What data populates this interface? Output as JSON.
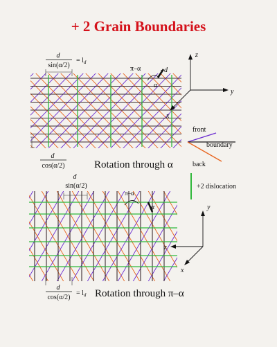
{
  "title": "+ 2 Grain Boundaries",
  "top": {
    "caption": "Rotation through α",
    "eq_num": "d",
    "eq_den": "sin(α/2)",
    "eq_rhs": "= l",
    "eq_rhs_sub": "d",
    "angle_label": "π–α",
    "d_label": "d",
    "alpha_label": "α",
    "side_num": "d",
    "side_den": "cos(α/2)",
    "axes": {
      "z": "z",
      "y": "y",
      "x": "x"
    }
  },
  "legend": {
    "front": "front",
    "boundary": "boundary",
    "back": "back",
    "dislocation": "+2 dislocation",
    "colors": {
      "front": "#6a2bd0",
      "back": "#e8641e",
      "boundary": "#1a1a1a",
      "dislocation": "#2fb83b"
    }
  },
  "bottom": {
    "caption": "Rotation through π–α",
    "top_num": "d",
    "top_den": "sin(α/2)",
    "angle_label": "π–α",
    "alpha_label": "α",
    "eq_num": "d",
    "eq_den": "cos(α/2)",
    "eq_rhs": "= l",
    "eq_rhs_sub": "d",
    "axes": {
      "y": "y",
      "z": "z",
      "x": "x"
    }
  }
}
